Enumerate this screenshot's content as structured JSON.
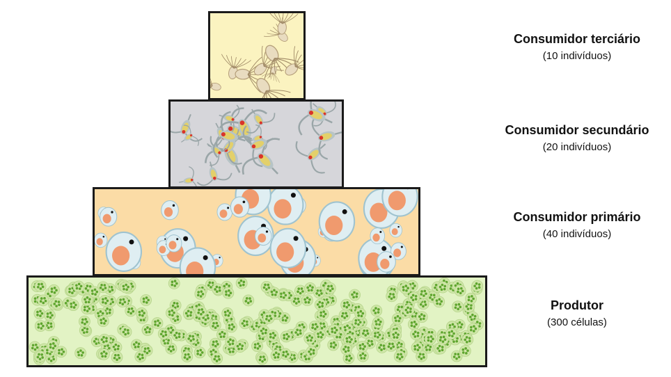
{
  "levels": [
    {
      "title": "Consumidor terciário",
      "subtitle": "(10 indivíduos)",
      "organism": "copepod-large",
      "color": "#fbf3c0"
    },
    {
      "title": "Consumidor secundário",
      "subtitle": "(20 indivíduos)",
      "organism": "copepod",
      "color": "#d6d6da"
    },
    {
      "title": "Consumidor primário",
      "subtitle": "(40 indivíduos)",
      "organism": "daphnia",
      "color": "#fbdca6"
    },
    {
      "title": "Produtor",
      "subtitle": "(300 células)",
      "organism": "algae-cell",
      "color": "#e2f3c4"
    }
  ]
}
